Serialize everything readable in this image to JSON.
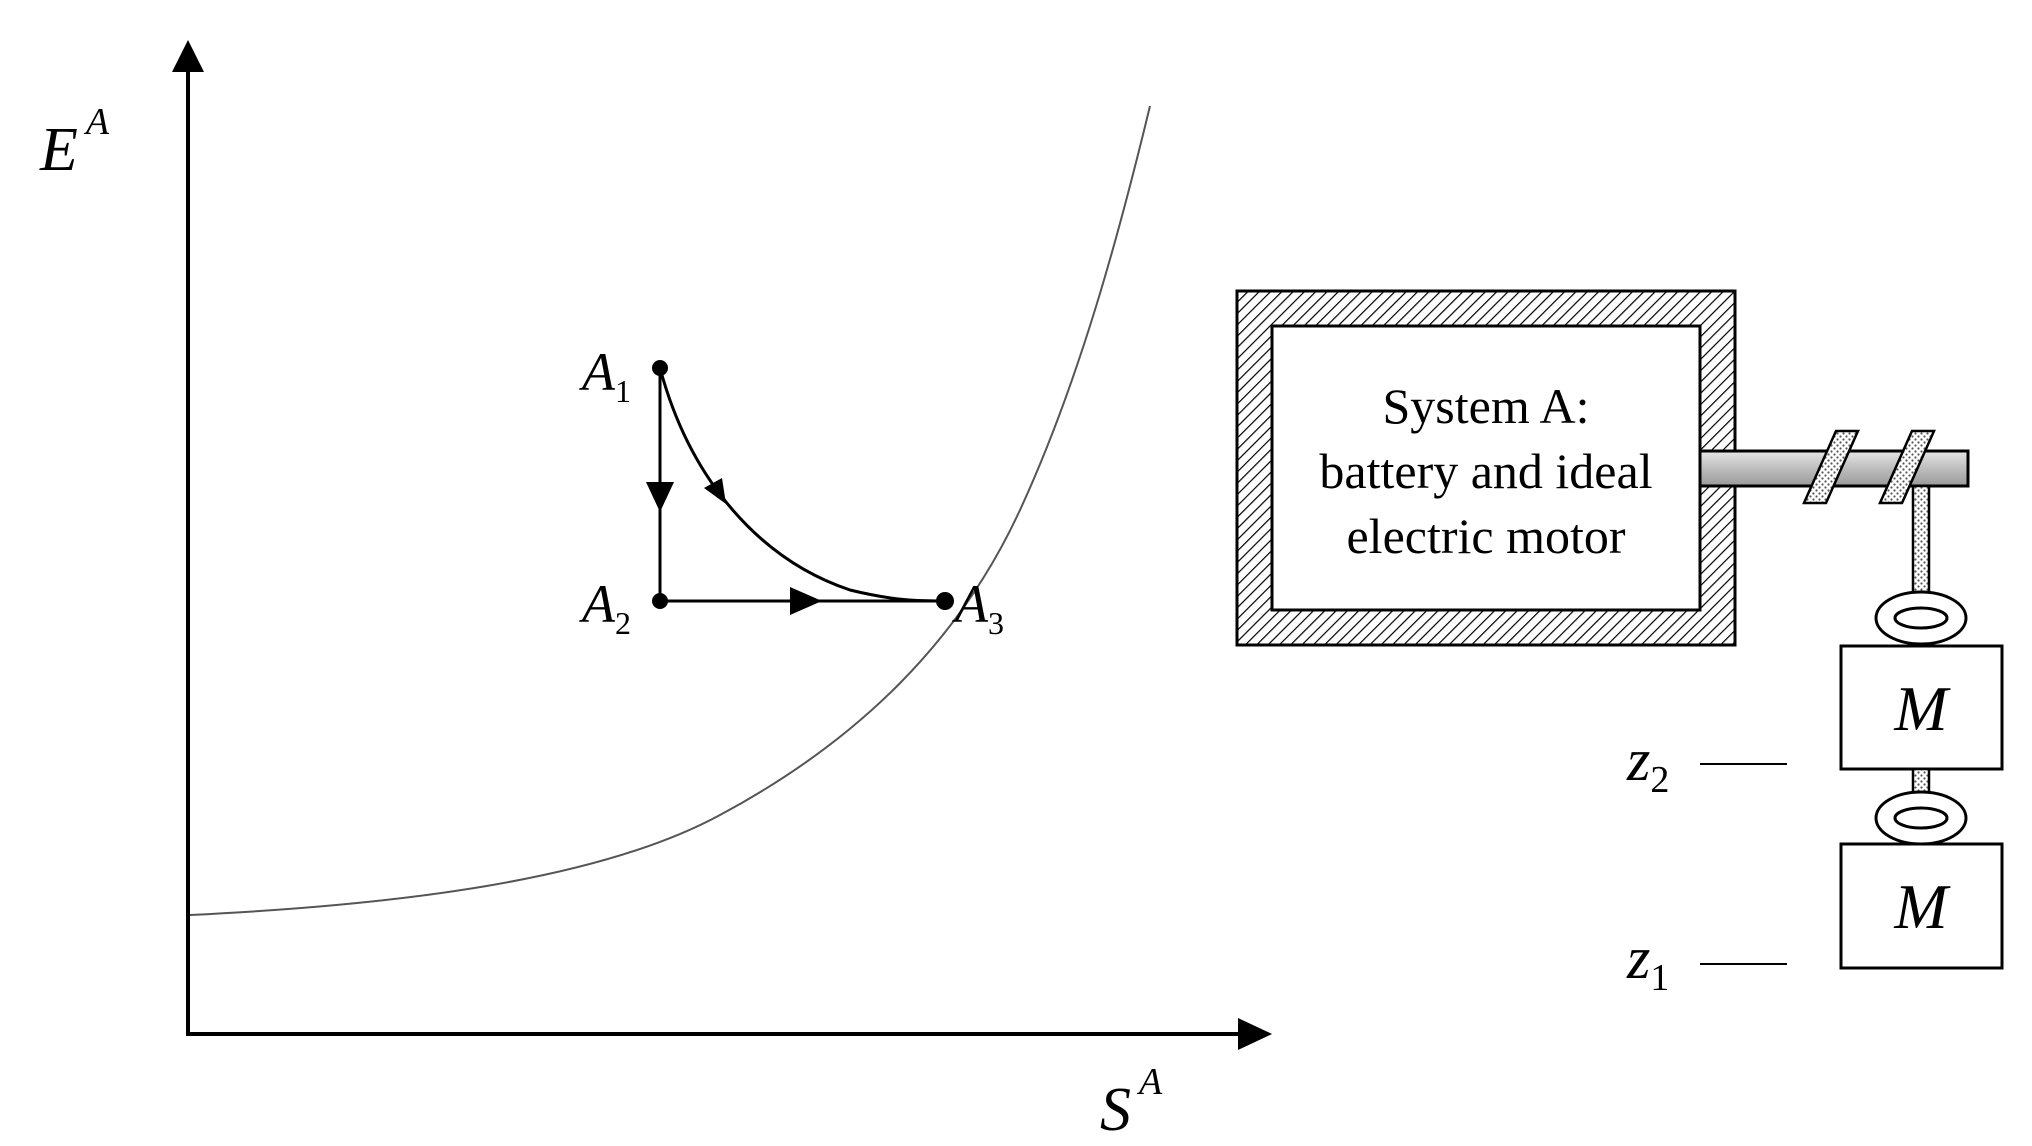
{
  "axes": {
    "y_label": {
      "main": "E",
      "sup": "A"
    },
    "x_label": {
      "main": "S",
      "sup": "A"
    }
  },
  "points": {
    "a1": {
      "main": "A",
      "sub": "1"
    },
    "a2": {
      "main": "A",
      "sub": "2"
    },
    "a3": {
      "main": "A",
      "sub": "3"
    }
  },
  "system_box": {
    "line1": "System A:",
    "line2": "battery and ideal",
    "line3": "electric motor"
  },
  "weights": {
    "upper_label": "M",
    "lower_label": "M"
  },
  "heights": {
    "z2": {
      "main": "z",
      "sub": "2"
    },
    "z1": {
      "main": "z",
      "sub": "1"
    }
  },
  "colors": {
    "ink": "#000000",
    "curve": "#555555",
    "shaft_fill": "#cccccc"
  }
}
